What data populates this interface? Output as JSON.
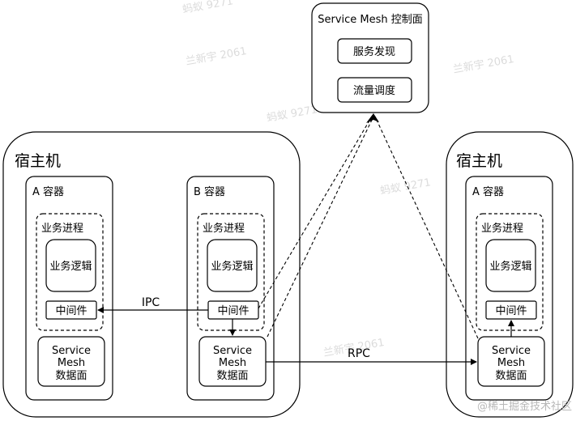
{
  "control_plane": {
    "title": "Service Mesh 控制面",
    "service_discovery": "服务发现",
    "traffic_scheduling": "流量调度"
  },
  "host_left": {
    "title": "宿主机",
    "container_a": {
      "title": "A 容器",
      "process": "业务进程",
      "logic": "业务逻辑",
      "middleware": "中间件",
      "mesh_line1": "Service",
      "mesh_line2": "Mesh",
      "mesh_line3": "数据面"
    },
    "container_b": {
      "title": "B 容器",
      "process": "业务进程",
      "logic": "业务逻辑",
      "middleware": "中间件",
      "mesh_line1": "Service",
      "mesh_line2": "Mesh",
      "mesh_line3": "数据面"
    }
  },
  "host_right": {
    "title": "宿主机",
    "container_a": {
      "title": "A 容器",
      "process": "业务进程",
      "logic": "业务逻辑",
      "middleware": "中间件",
      "mesh_line1": "Service",
      "mesh_line2": "Mesh",
      "mesh_line3": "数据面"
    }
  },
  "labels": {
    "ipc": "IPC",
    "rpc": "RPC"
  },
  "watermarks": [
    "蚂蚁 9271",
    "兰新宇 2061",
    "蚂蚁 9271",
    "兰新宇 2061",
    "蚂蚁 9271",
    "兰新宇 2061"
  ],
  "credit": "@稀土掘金技术社区"
}
